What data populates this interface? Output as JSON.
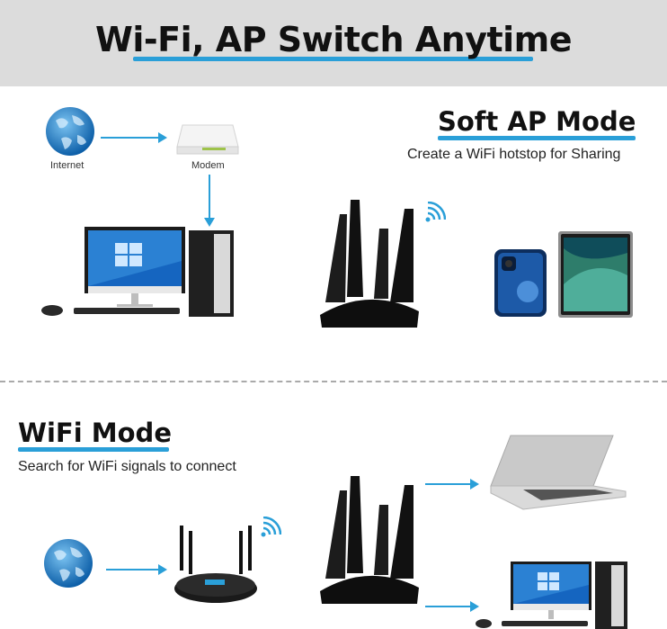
{
  "header": {
    "title": "Wi-Fi, AP Switch Anytime"
  },
  "soft_ap": {
    "title": "Soft AP Mode",
    "subtitle": "Create a WiFi hotstop for Sharing",
    "internet_label": "Internet",
    "modem_label": "Modem"
  },
  "wifi_mode": {
    "title": "WiFi Mode",
    "subtitle": "Search for WiFi signals to connect"
  },
  "colors": {
    "accent": "#2a9fd8",
    "header_bg": "#dcdcdc"
  }
}
